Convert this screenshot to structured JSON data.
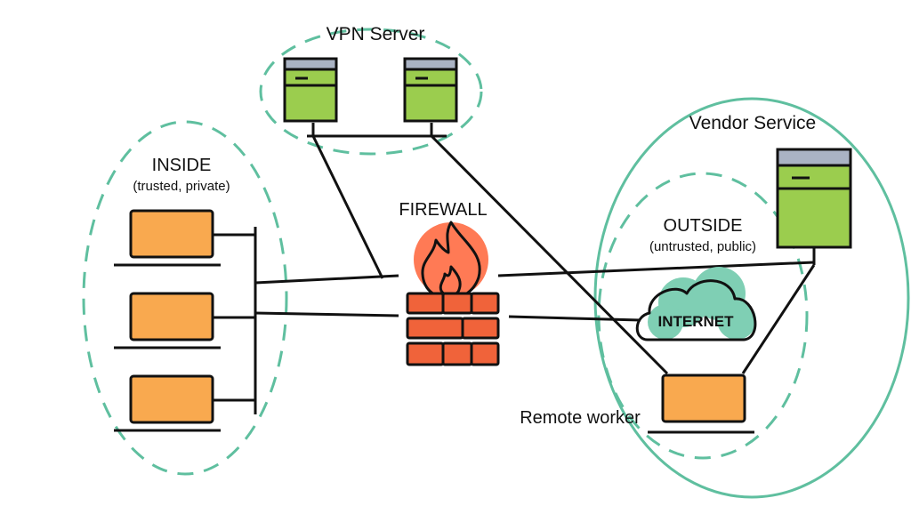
{
  "labels": {
    "vpn_server": "VPN Server",
    "inside_title": "INSIDE",
    "inside_sub": "(trusted, private)",
    "firewall": "FIREWALL",
    "vendor_service": "Vendor Service",
    "outside_title": "OUTSIDE",
    "outside_sub": "(untrusted, public)",
    "internet": "INTERNET",
    "remote_worker": "Remote worker"
  },
  "colors": {
    "zone_dashed": "#5fbf9f",
    "zone_solid": "#5fbf9f",
    "server_green": "#9bcd4e",
    "server_top": "#aab3c4",
    "laptop_orange": "#f9a94f",
    "firewall_red": "#f0633a",
    "fire_glow": "#ff7a55",
    "cloud_teal": "#7fcfb4",
    "line": "#111111"
  },
  "icons": [
    "server-icon",
    "laptop-icon",
    "firewall-icon",
    "cloud-icon"
  ]
}
